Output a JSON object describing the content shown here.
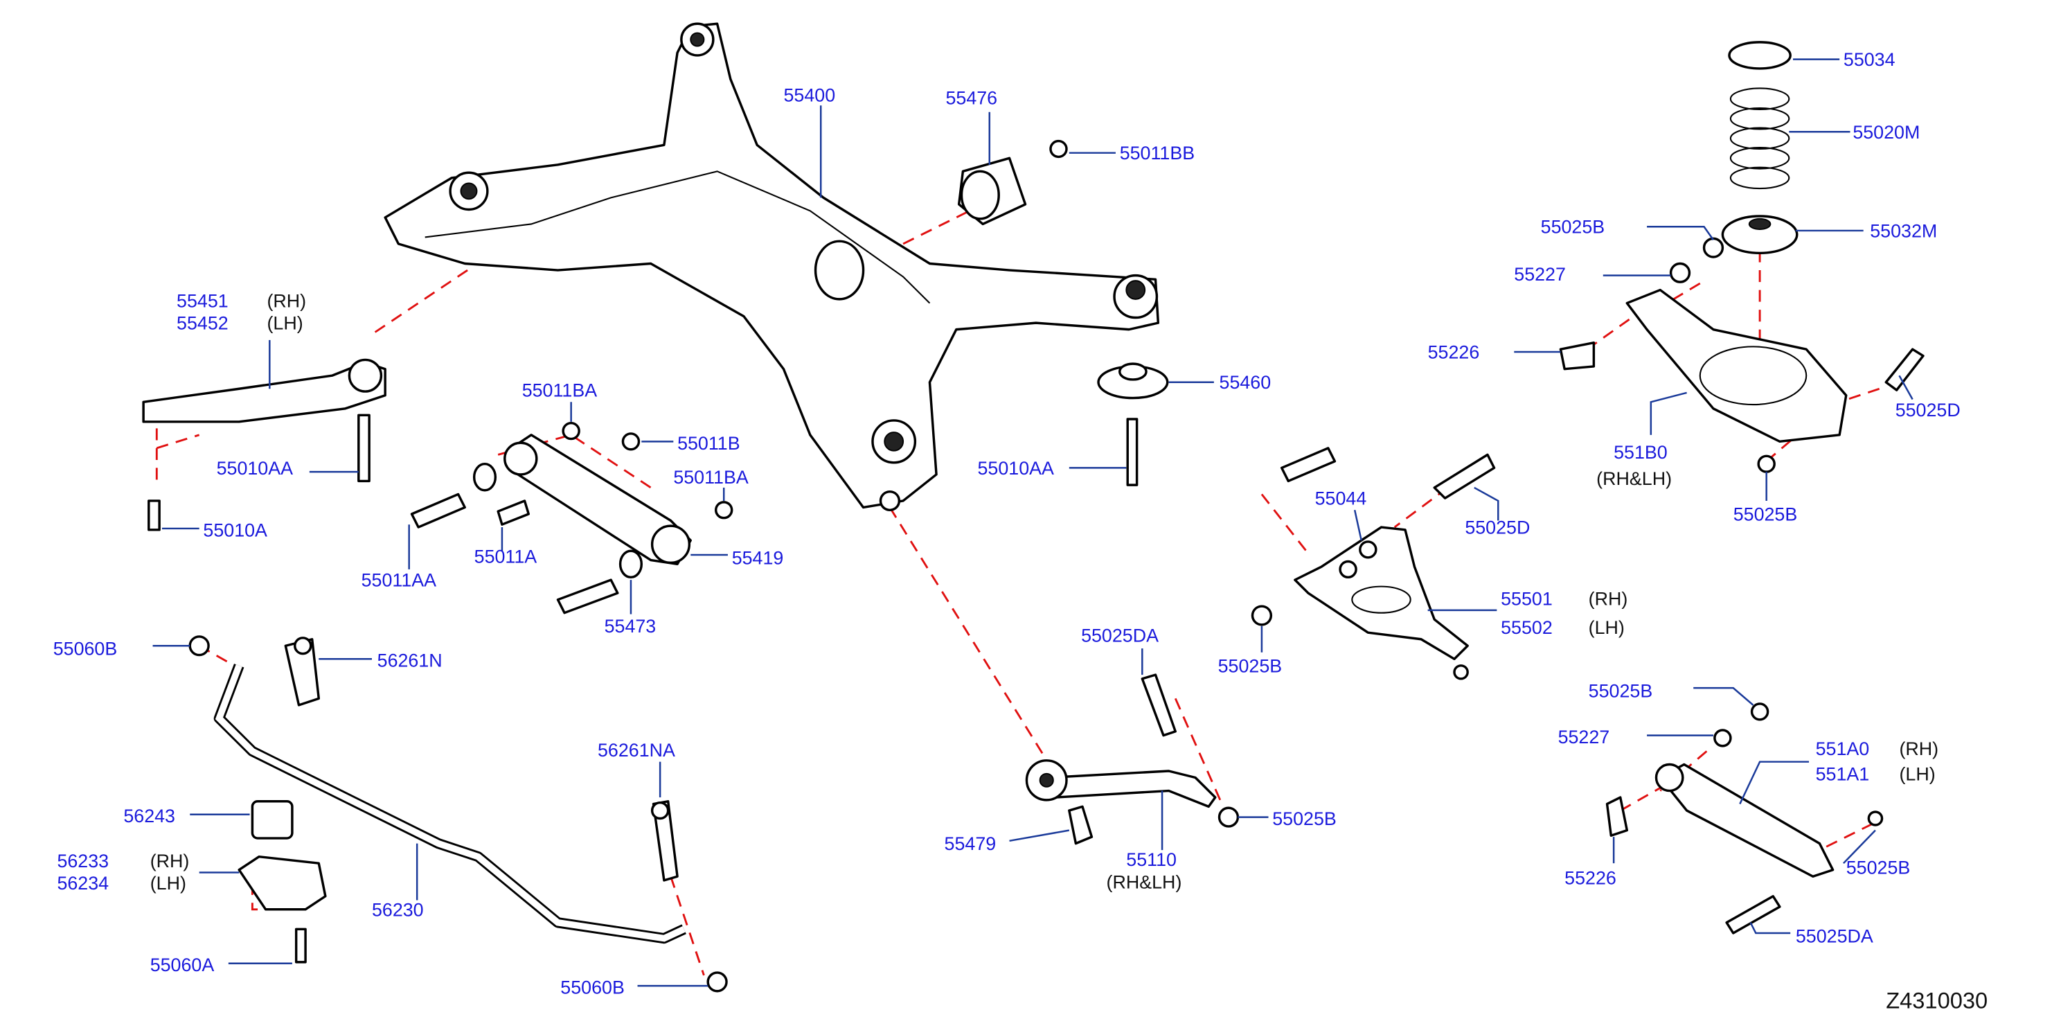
{
  "diagram_id": "Z4310030",
  "labels": [
    "55400",
    "55476",
    "55011BB",
    "55034",
    "55020M",
    "55025B",
    "55032M",
    "55227",
    "55226",
    "55025D",
    "551B0",
    "(RH&LH)",
    "55025B",
    "55451",
    "(RH)",
    "55452",
    "(LH)",
    "55460",
    "55011BA",
    "55011B",
    "55011BA",
    "55010AA",
    "55010AA",
    "55044",
    "55025D",
    "55010A",
    "55011AA",
    "55011A",
    "55419",
    "55501",
    "(RH)",
    "55502",
    "(LH)",
    "55473",
    "55025DA",
    "55025B",
    "55060B",
    "56261N",
    "55025B",
    "55227",
    "551A0",
    "(RH)",
    "551A1",
    "(LH)",
    "56261NA",
    "56243",
    "55479",
    "55110",
    "(RH&LH)",
    "55025B",
    "55226",
    "55025B",
    "56233",
    "(RH)",
    "56234",
    "(LH)",
    "56230",
    "55060A",
    "55025DA",
    "55060B"
  ],
  "colors": {
    "part_number": "#1a1adc",
    "leader": "#1a3a9a",
    "alignment_dash": "#e01010",
    "outline": "#000000"
  }
}
